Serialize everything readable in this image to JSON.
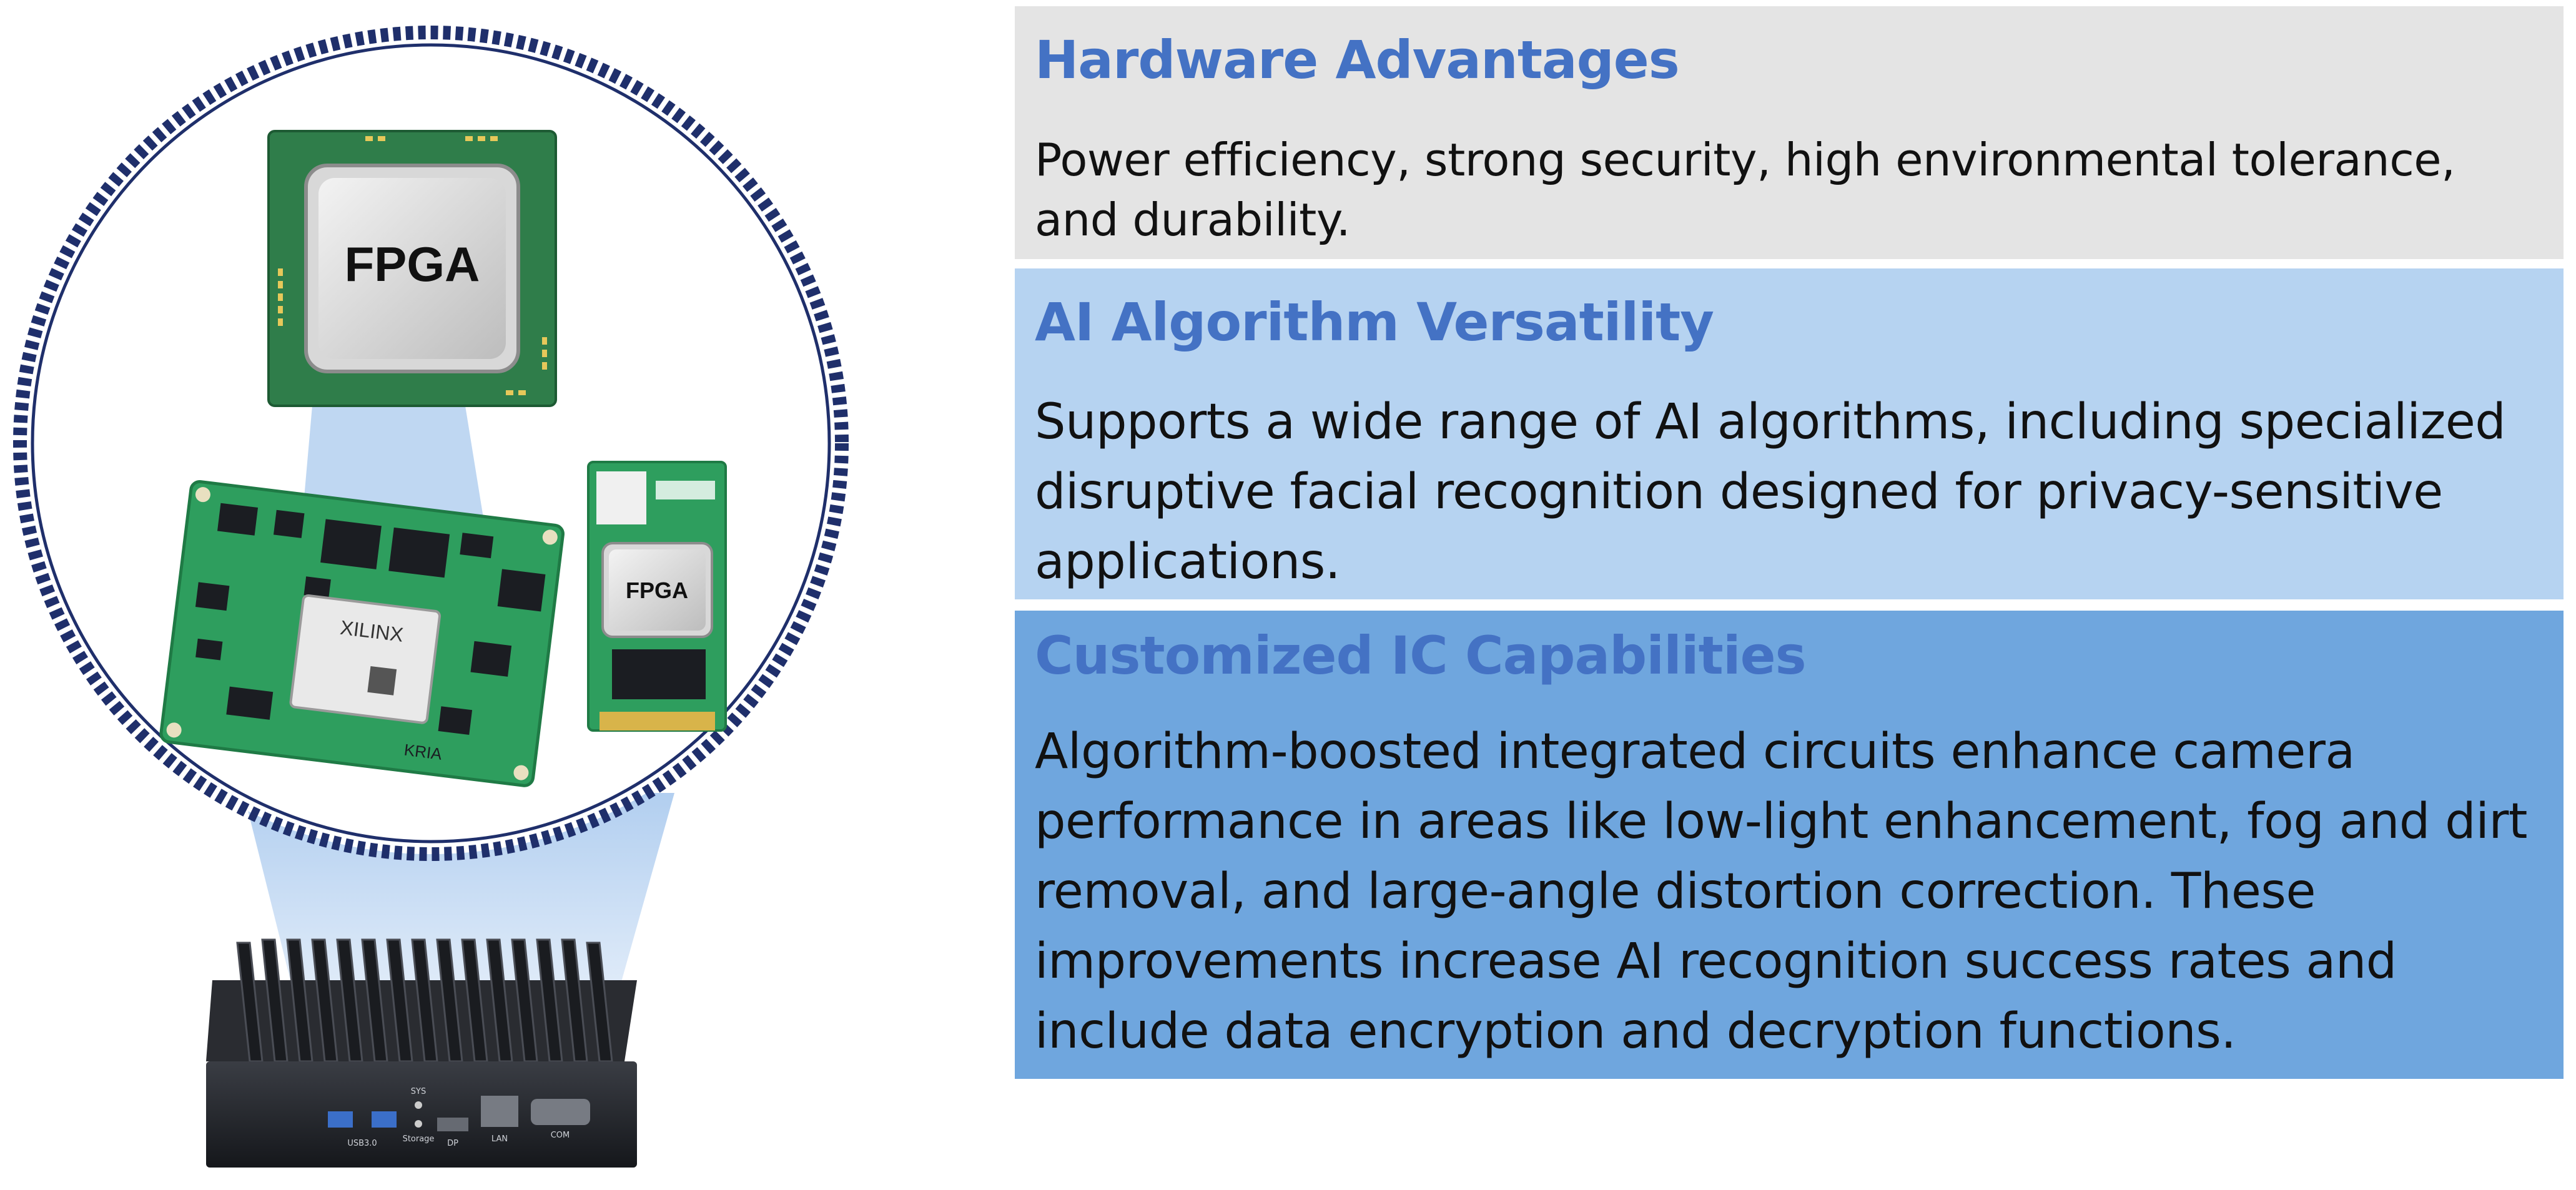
{
  "illustration": {
    "fpga_chip_label": "FPGA",
    "m2_card_label": "FPGA",
    "som_brand_label": "XILINX",
    "som_series_label": "KRIA",
    "ports": [
      "USB3.0",
      "SYS",
      "Storage",
      "DP",
      "LAN",
      "COM"
    ]
  },
  "panels": [
    {
      "title": "Hardware Advantages",
      "body": "Power efficiency, strong security, high environmental tolerance, and durability."
    },
    {
      "title": "AI Algorithm Versatility",
      "body": "Supports a wide range of AI algorithms, including specialized disruptive facial recognition designed for privacy-sensitive applications."
    },
    {
      "title": "Customized IC Capabilities",
      "body": "Algorithm-boosted integrated circuits enhance camera performance in areas like low-light enhancement, fog and dirt removal, and large-angle distortion correction. These improvements increase AI recognition success rates and include data encryption and decryption functions."
    }
  ],
  "colors": {
    "heading": "#4472C4",
    "panel_1_bg": "#E4E4E4",
    "panel_2_bg": "#B6D3F1",
    "panel_3_bg": "#6FA6DE",
    "circle_border": "#1F2F6B",
    "pcb_green": "#2E9E5E"
  }
}
